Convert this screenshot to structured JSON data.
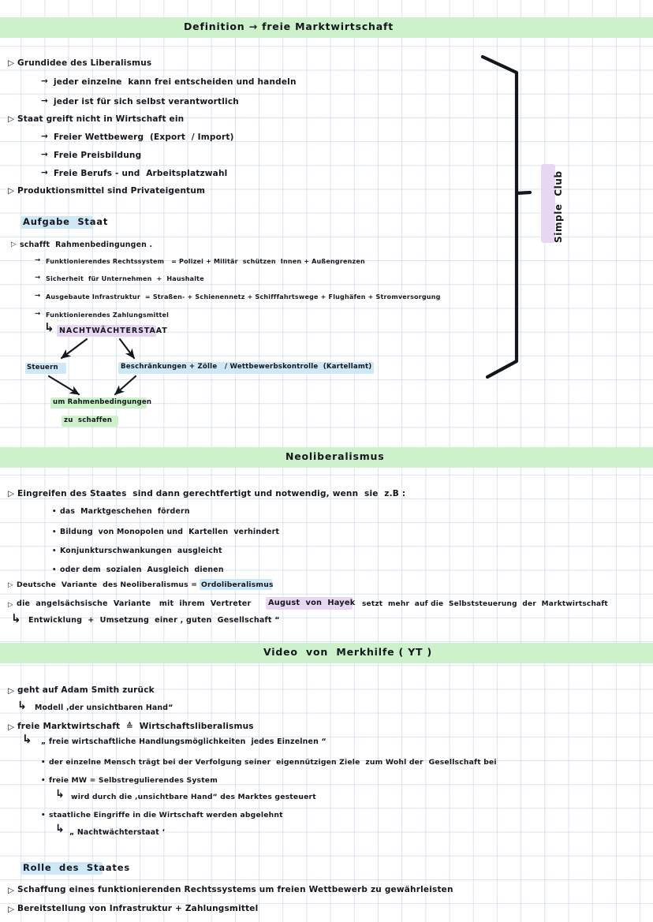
{
  "page": {
    "title_hint": "Handwritten study notes — Freie Marktwirtschaft / Neoliberalismus",
    "colors": {
      "header_band": "#cdf2cb",
      "highlight_blue": "#cfe8f7",
      "highlight_purple": "#e8d7f2",
      "highlight_green": "#cdf2cb",
      "ink": "#13161c",
      "grid": "#afc4da"
    }
  },
  "sections": [
    {
      "id": "definition",
      "header": "Definition → freie Marktwirtschaft",
      "bullets": [
        {
          "text": "Grundidee des Liberalismus",
          "subs": [
            "jeder einzelne  kann frei entscheiden und handeln",
            "jeder ist für sich selbst verantwortlich"
          ]
        },
        {
          "text": "Staat greift nicht in Wirtschaft ein",
          "subs": [
            "Freier Wettbewerg  (Export  / Import)",
            "Freie Preisbildung",
            "Freie Berufs - und  Arbeitsplatzwahl"
          ]
        },
        {
          "text": "Produktionsmittel sind Privateigentum",
          "subs": []
        }
      ]
    },
    {
      "id": "aufgabe-staat",
      "header": "Aufgabe  Staat",
      "lead": "schafft  Rahmenbedingungen .",
      "items": [
        "Funktionierendes Rechtssystem   = Polizei + Militär  schützen  Innen + Außengrenzen",
        "Sicherheit  für Unternehmen  +  Haushalte",
        "Ausgebaute Infrastruktur  = Straßen- + Schienennetz + Schifffahrtswege + Flughäfen + Stromversorgung",
        "Funktionierendes Zahlungsmittel"
      ],
      "keyword": "NACHTWÄCHTERSTAAT",
      "diagram": {
        "left_node": "Steuern",
        "right_node": "Beschränkungen + Zölle   / Wettbewerbskontrolle  (Kartellamt)",
        "bottom_node_line1": "um Rahmenbedingungen",
        "bottom_node_line2": "zu  schaffen"
      }
    },
    {
      "id": "neoliberalismus",
      "header": "Neoliberalismus",
      "lead": "Eingreifen des Staates  sind dann gerechtfertigt und notwendig, wenn  sie  z.B :",
      "dots": [
        "das  Marktgeschehen  fördern",
        "Bildung  von Monopolen und  Kartellen  verhindert",
        "Konjunkturschwankungen  ausgleicht",
        "oder dem  sozialen  Ausgleich  dienen"
      ],
      "bullets": [
        {
          "pre": "Deutsche  Variante  des Neoliberalismus =  ",
          "highlight": "Ordoliberalismus",
          "post": ""
        },
        {
          "pre": "die  angelsächsische  Variante   mit  ihrem  Vertreter  ",
          "highlight": "August  von  Hayek",
          "post": "   setzt  mehr  auf die  Selbststeuerung  der  Marktwirtschaft"
        }
      ],
      "sub_arrow": "Entwicklung  +  Umsetzung  einer , guten  Gesellschaft “"
    },
    {
      "id": "video",
      "header": "Video  von  Merkhilfe ( YT )",
      "lines": [
        {
          "kind": "bullet",
          "indent": 0,
          "text": "geht auf Adam Smith zurück"
        },
        {
          "kind": "arrow",
          "indent": 1,
          "text": "Modell ‚der unsichtbaren Hand“"
        },
        {
          "kind": "bullet",
          "indent": 0,
          "text": "freie Marktwirtschaft  ≙  Wirtschaftsliberalismus"
        },
        {
          "kind": "arrow",
          "indent": 1,
          "text": "„ freie wirtschaftliche Handlungsmöglichkeiten  jedes Einzelnen “"
        },
        {
          "kind": "dot",
          "indent": 1,
          "text": "der einzelne Mensch trägt bei der Verfolgung seiner  eigennützigen Ziele  zum Wohl der  Gesellschaft bei"
        },
        {
          "kind": "dot",
          "indent": 1,
          "text": "freie MW = Selbstregulierendes System"
        },
        {
          "kind": "arrow",
          "indent": 2,
          "text": "wird durch die ‚unsichtbare Hand“ des Marktes gesteuert"
        },
        {
          "kind": "dot",
          "indent": 1,
          "text": "staatliche Eingriffe in die Wirtschaft werden abgelehnt"
        },
        {
          "kind": "arrow",
          "indent": 2,
          "text": "„ Nachtwächterstaat ‘"
        }
      ]
    },
    {
      "id": "rolle-des-staates",
      "header": "Rolle  des  Staates",
      "bullets": [
        "Schaffung eines funktionierenden Rechtssystems um freien Wettbewerb zu gewährleisten",
        "Bereitstellung von Infrastruktur + Zahlungsmittel"
      ]
    }
  ],
  "annotation": {
    "bracket_label": "Simple  Club"
  },
  "glyphs": {
    "bullet": "▷",
    "dot": "•",
    "arrow": "→",
    "hook_arrow": "↳"
  }
}
